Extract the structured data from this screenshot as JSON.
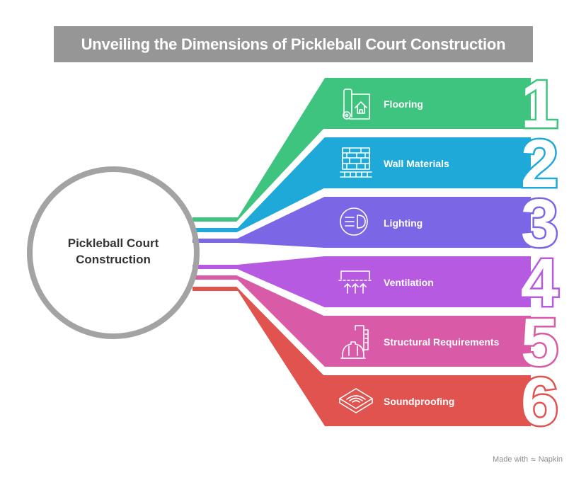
{
  "title": "Unveiling the Dimensions of Pickleball Court Construction",
  "center": {
    "line1": "Pickleball Court",
    "line2": "Construction",
    "ring_color": "#a3a3a3"
  },
  "items": [
    {
      "number": "1",
      "label": "Flooring",
      "color": "#3ec47e",
      "icon": "floor-roll-house-icon"
    },
    {
      "number": "2",
      "label": "Wall Materials",
      "color": "#1fa9d8",
      "icon": "brick-wall-icon"
    },
    {
      "number": "3",
      "label": "Lighting",
      "color": "#7b67e6",
      "icon": "headlight-icon"
    },
    {
      "number": "4",
      "label": "Ventilation",
      "color": "#b55ae1",
      "icon": "air-vent-icon"
    },
    {
      "number": "5",
      "label": "Structural Requirements",
      "color": "#d95aa6",
      "icon": "hardhat-blueprint-icon"
    },
    {
      "number": "6",
      "label": "Soundproofing",
      "color": "#e0534e",
      "icon": "sound-panel-icon"
    }
  ],
  "footer": {
    "prefix": "Made with",
    "brand": "Napkin"
  }
}
